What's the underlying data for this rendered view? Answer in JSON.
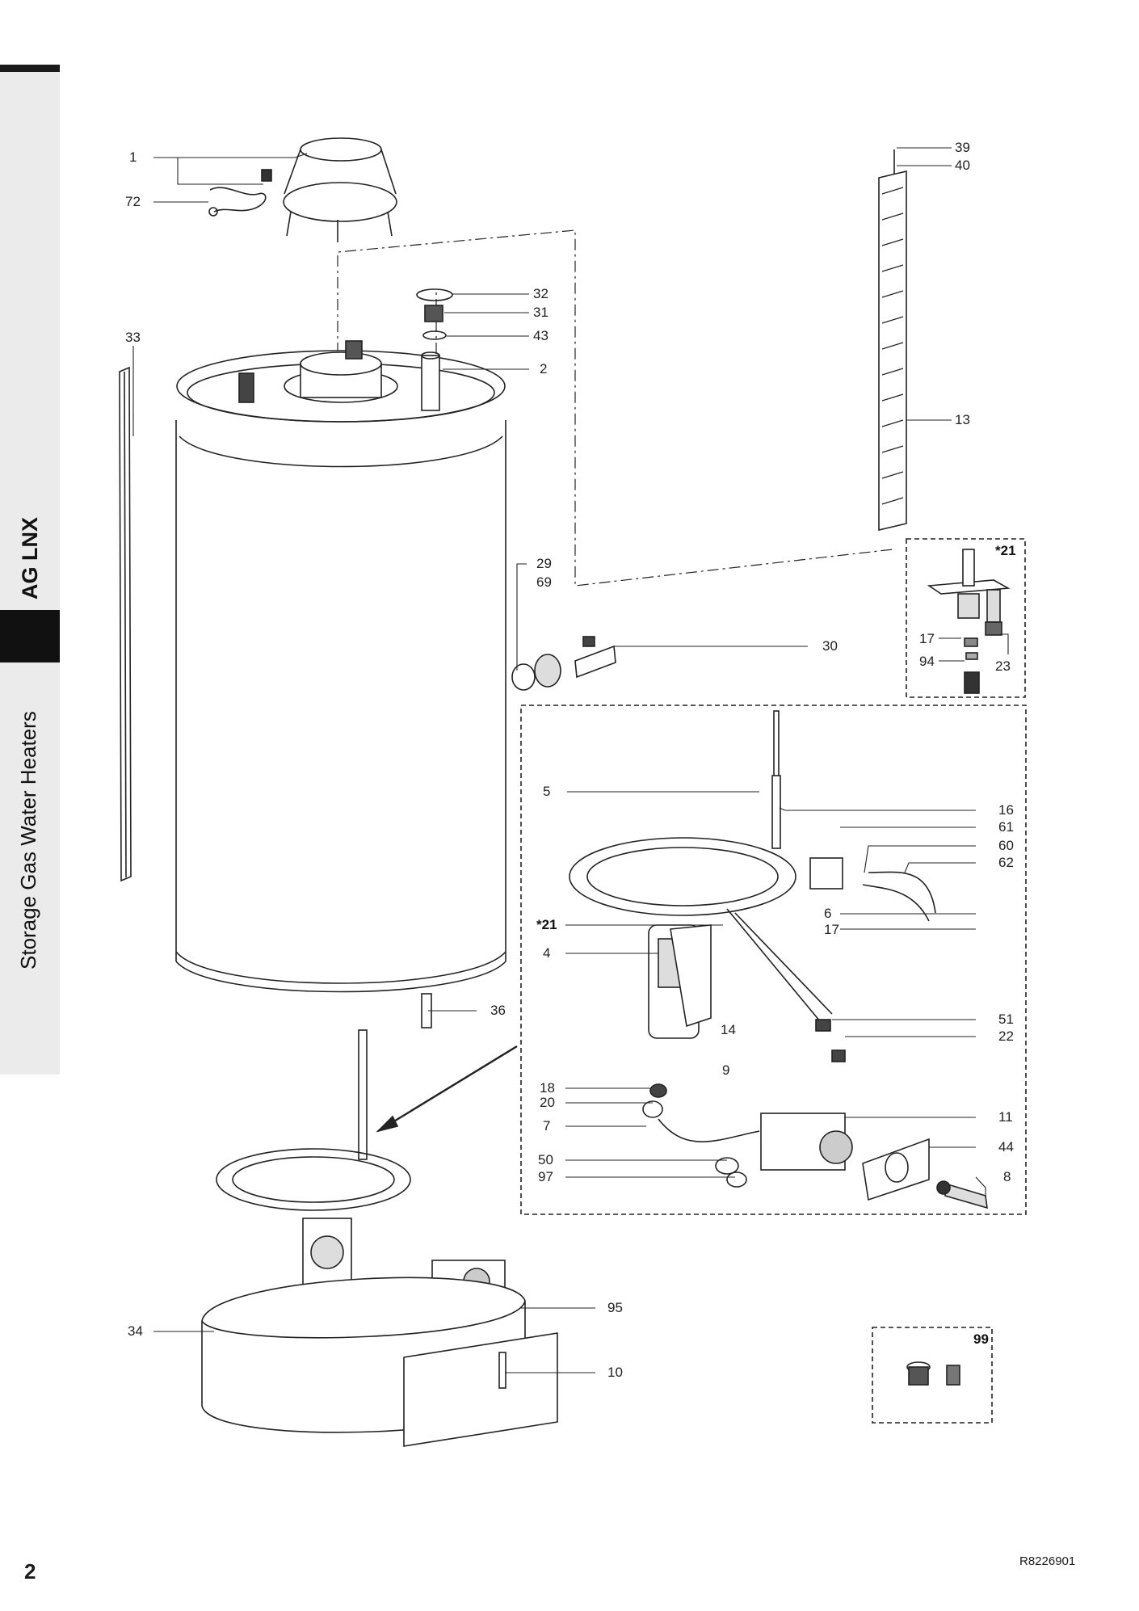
{
  "sidebar": {
    "model": "AG LNX",
    "category": "Storage Gas Water Heaters"
  },
  "page_number": "2",
  "document_code": "R8226901",
  "callouts": {
    "c1": "1",
    "c72": "72",
    "c33": "33",
    "c32": "32",
    "c31": "31",
    "c43": "43",
    "c2": "2",
    "c39": "39",
    "c40": "40",
    "c13": "13",
    "c21a": "*21",
    "c17a": "17",
    "c94": "94",
    "c23": "23",
    "c29": "29",
    "c69": "69",
    "c30": "30",
    "c5": "5",
    "c16": "16",
    "c61": "61",
    "c60": "60",
    "c62": "62",
    "c21b": "*21",
    "c6": "6",
    "c17b": "17",
    "c4": "4",
    "c14": "14",
    "c9": "9",
    "c51": "51",
    "c22": "22",
    "c36": "36",
    "c18": "18",
    "c20": "20",
    "c7": "7",
    "c11": "11",
    "c44": "44",
    "c50": "50",
    "c97": "97",
    "c8": "8",
    "c95": "95",
    "c34": "34",
    "c10": "10",
    "c99": "99"
  }
}
